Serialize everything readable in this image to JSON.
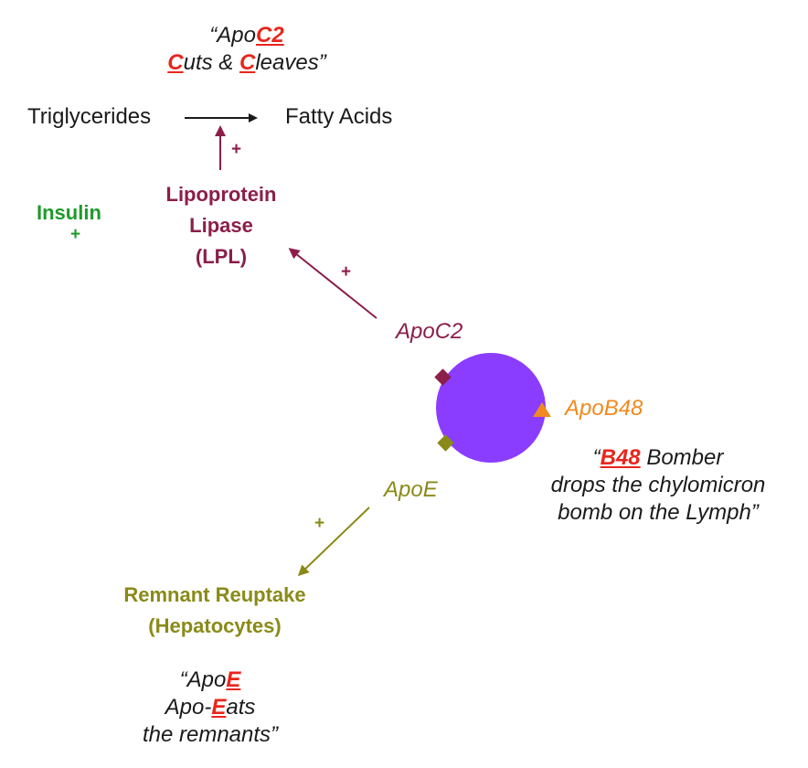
{
  "colors": {
    "lpl": "#8b1e4a",
    "insulin": "#1f9a2a",
    "apoe": "#8a8a18",
    "apob48": "#f08a20",
    "apoc2_label": "#8b1e4a",
    "highlight": "#e8261c",
    "particle": "#8b3dff",
    "text": "#1a1a1a"
  },
  "mnemonic_c2": {
    "l1_pre": "“Apo",
    "l1_hl": "C2",
    "l2_hl1": "C",
    "l2_mid": "uts & ",
    "l2_hl2": "C",
    "l2_post": "leaves”"
  },
  "reaction": {
    "substrate": "Triglycerides",
    "product": "Fatty Acids",
    "plus": "+"
  },
  "insulin": {
    "label": "Insulin",
    "plus": "+"
  },
  "lpl": {
    "line1": "Lipoprotein",
    "line2": "Lipase",
    "line3": "(LPL)"
  },
  "apoc2_arrow_plus": "+",
  "apoc2_label": "ApoC2",
  "apob48_label": "ApoB48",
  "apoe_label": "ApoE",
  "mnemonic_b48": {
    "l1_pre": "“",
    "l1_hl": "B48",
    "l1_post": " Bomber",
    "l2": "drops the chylomicron",
    "l3": "bomb on the Lymph”"
  },
  "apoe_arrow_plus": "+",
  "remnant": {
    "line1": "Remnant Reuptake",
    "line2": "(Hepatocytes)"
  },
  "mnemonic_e": {
    "l1_pre": "“Apo",
    "l1_hl": "E",
    "l2_pre": "Apo-",
    "l2_hl": "E",
    "l2_post": "ats",
    "l3": "the remnants”"
  }
}
